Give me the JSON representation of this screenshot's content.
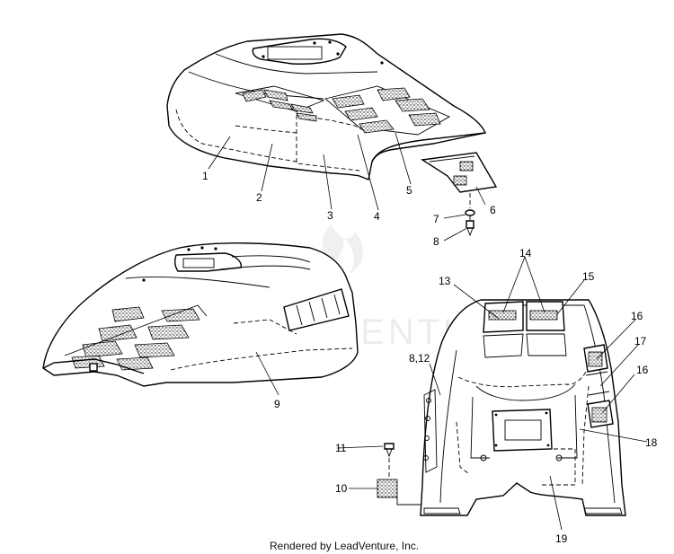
{
  "callouts": {
    "c1": "1",
    "c2": "2",
    "c3": "3",
    "c4": "4",
    "c5": "5",
    "c6": "6",
    "c7": "7",
    "c8": "8",
    "c9": "9",
    "c10": "10",
    "c11": "11",
    "c8_12": "8,12",
    "c13": "13",
    "c14": "14",
    "c15": "15",
    "c16a": "16",
    "c16b": "16",
    "c17": "17",
    "c18": "18",
    "c19": "19"
  },
  "watermark": "LEADVENTURE",
  "footer": "Rendered by LeadVenture, Inc."
}
